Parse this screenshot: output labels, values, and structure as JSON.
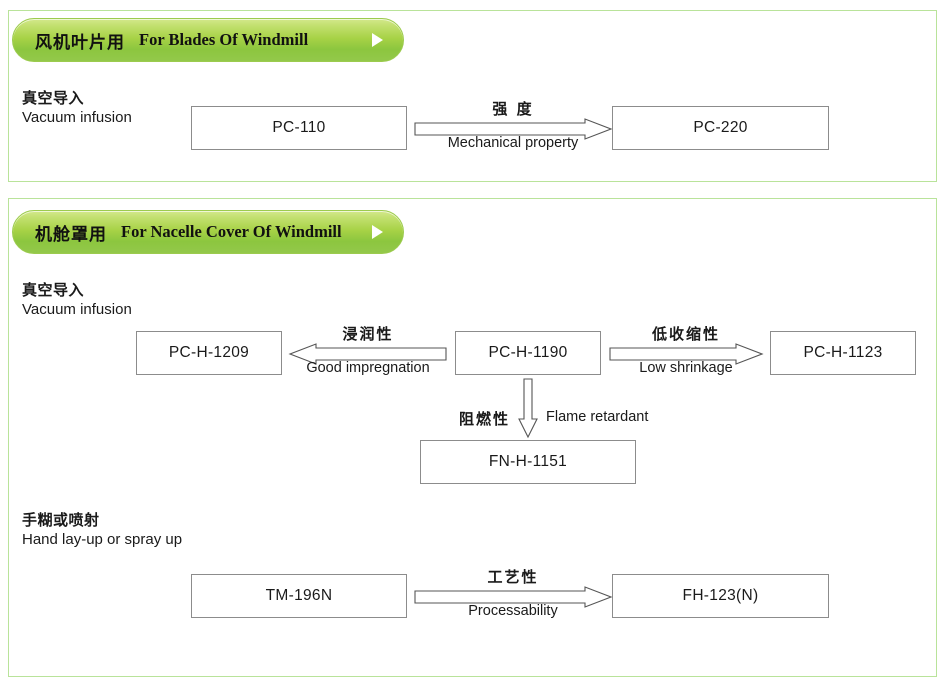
{
  "sections": [
    {
      "id": "blades",
      "header": {
        "title_cn": "风机叶片用",
        "title_en": "For Blades Of Windmill",
        "caret_icon": "caret-right-icon"
      },
      "groups": [
        {
          "id": "vacuum-infusion-1",
          "label_cn": "真空导入",
          "label_en": "Vacuum infusion",
          "nodes": [
            {
              "id": "pc-110",
              "label": "PC-110"
            },
            {
              "id": "pc-220",
              "label": "PC-220"
            }
          ],
          "connectors": [
            {
              "id": "pc110-to-pc220",
              "from": "pc-110",
              "to": "pc-220",
              "direction": "right",
              "caption_cn": "强 度",
              "caption_en": "Mechanical property"
            }
          ]
        }
      ]
    },
    {
      "id": "nacelle",
      "header": {
        "title_cn": "机舱罩用",
        "title_en": "For Nacelle Cover Of Windmill",
        "caret_icon": "caret-right-icon"
      },
      "groups": [
        {
          "id": "vacuum-infusion-2",
          "label_cn": "真空导入",
          "label_en": "Vacuum infusion",
          "nodes": [
            {
              "id": "pc-h-1209",
              "label": "PC-H-1209"
            },
            {
              "id": "pc-h-1190",
              "label": "PC-H-1190"
            },
            {
              "id": "pc-h-1123",
              "label": "PC-H-1123"
            },
            {
              "id": "fn-h-1151",
              "label": "FN-H-1151"
            }
          ],
          "connectors": [
            {
              "id": "pc1190-to-pc1209",
              "from": "pc-h-1190",
              "to": "pc-h-1209",
              "direction": "left",
              "caption_cn": "浸润性",
              "caption_en": "Good impregnation"
            },
            {
              "id": "pc1190-to-pc1123",
              "from": "pc-h-1190",
              "to": "pc-h-1123",
              "direction": "right",
              "caption_cn": "低收缩性",
              "caption_en": "Low shrinkage"
            },
            {
              "id": "pc1190-to-fn1151",
              "from": "pc-h-1190",
              "to": "fn-h-1151",
              "direction": "down",
              "caption_cn": "阻燃性",
              "caption_en": "Flame retardant"
            }
          ]
        },
        {
          "id": "hand-layup",
          "label_cn": "手糊或喷射",
          "label_en": "Hand lay-up or spray up",
          "nodes": [
            {
              "id": "tm-196n",
              "label": "TM-196N"
            },
            {
              "id": "fh-123n",
              "label": "FH-123(N)"
            }
          ],
          "connectors": [
            {
              "id": "tm196n-to-fh123n",
              "from": "tm-196n",
              "to": "fh-123n",
              "direction": "right",
              "caption_cn": "工艺性",
              "caption_en": "Processability"
            }
          ]
        }
      ]
    }
  ],
  "colors": {
    "panel_border": "#b9e39a",
    "pill_green_light": "#d3e88c",
    "pill_green_dark": "#8cc63f",
    "box_border": "#8c8c8c",
    "text": "#1a1a1a",
    "arrow_stroke": "#555555",
    "caret": "#ffffff"
  }
}
